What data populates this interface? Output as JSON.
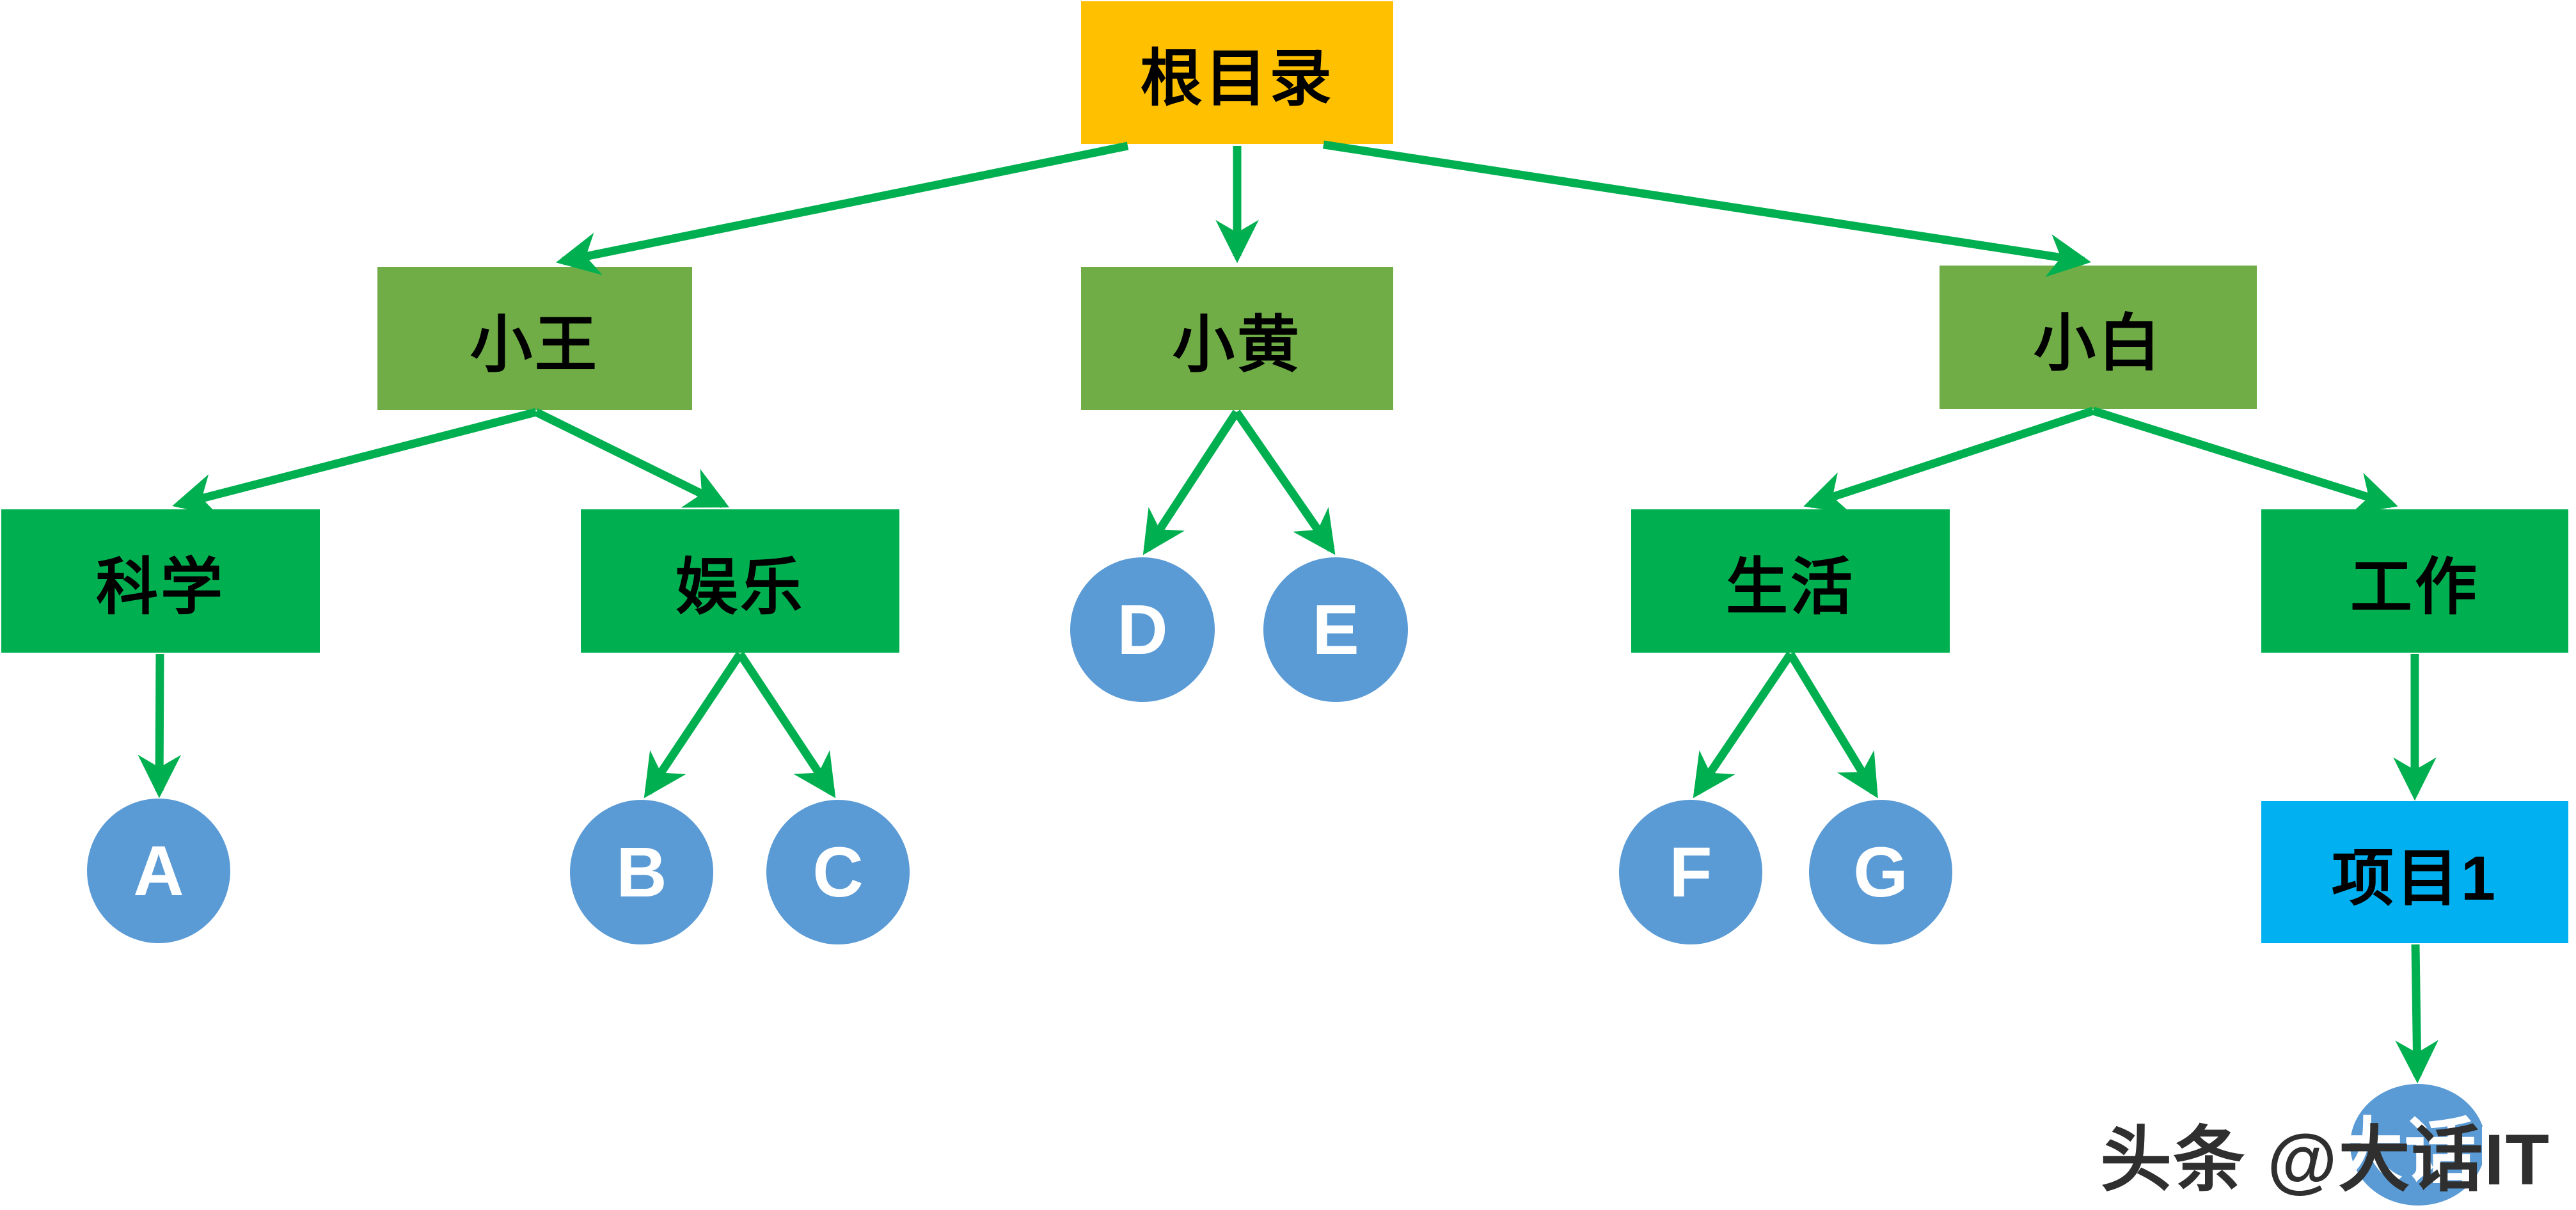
{
  "diagram_title": "directory-tree-diagram",
  "colors": {
    "root_fill": "#FFC000",
    "person_fill": "#70AD47",
    "category_fill": "#00B050",
    "project_fill": "#00B0F0",
    "leaf_fill": "#5B9BD5",
    "arrow": "#00B050",
    "rect_label": "#000000",
    "leaf_label": "#FFFFFF",
    "watermark_text_color": "#2F2F2F"
  },
  "nodes": {
    "root": {
      "label": "根目录",
      "type": "root"
    },
    "person1": {
      "label": "小王",
      "type": "person"
    },
    "person2": {
      "label": "小黄",
      "type": "person"
    },
    "person3": {
      "label": "小白",
      "type": "person"
    },
    "category1": {
      "label": "科学",
      "type": "category"
    },
    "category2": {
      "label": "娱乐",
      "type": "category"
    },
    "category3": {
      "label": "生活",
      "type": "category"
    },
    "category4": {
      "label": "工作",
      "type": "category"
    },
    "project1": {
      "label": "项目1",
      "type": "project"
    },
    "leafA": {
      "label": "A",
      "type": "leaf"
    },
    "leafB": {
      "label": "B",
      "type": "leaf"
    },
    "leafC": {
      "label": "C",
      "type": "leaf"
    },
    "leafD": {
      "label": "D",
      "type": "leaf"
    },
    "leafE": {
      "label": "E",
      "type": "leaf"
    },
    "leafF": {
      "label": "F",
      "type": "leaf"
    },
    "leafG": {
      "label": "G",
      "type": "leaf"
    },
    "leafH": {
      "label": "",
      "type": "leaf",
      "note": "letter hidden behind watermark"
    }
  },
  "edges": [
    {
      "from": "根目录",
      "to": "小王"
    },
    {
      "from": "根目录",
      "to": "小黄"
    },
    {
      "from": "根目录",
      "to": "小白"
    },
    {
      "from": "小王",
      "to": "科学"
    },
    {
      "from": "小王",
      "to": "娱乐"
    },
    {
      "from": "小黄",
      "to": "D"
    },
    {
      "from": "小黄",
      "to": "E"
    },
    {
      "from": "小白",
      "to": "生活"
    },
    {
      "from": "小白",
      "to": "工作"
    },
    {
      "from": "科学",
      "to": "A"
    },
    {
      "from": "娱乐",
      "to": "B"
    },
    {
      "from": "娱乐",
      "to": "C"
    },
    {
      "from": "生活",
      "to": "F"
    },
    {
      "from": "生活",
      "to": "G"
    },
    {
      "from": "工作",
      "to": "项目1"
    },
    {
      "from": "项目1",
      "to": "bottom-circle"
    }
  ],
  "watermark": {
    "text": "头条 @大话IT"
  }
}
